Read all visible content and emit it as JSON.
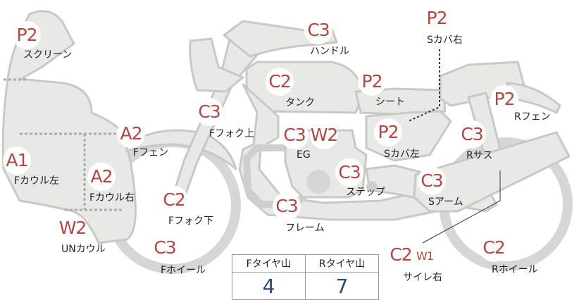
{
  "parts": [
    {
      "id": "screen",
      "grade": "P2",
      "label": "スクリーン"
    },
    {
      "id": "handle",
      "grade": "C3",
      "label": "ハンドル"
    },
    {
      "id": "side-cover-right",
      "grade": "P2",
      "label": "Sカバ右"
    },
    {
      "id": "tank",
      "grade": "C2",
      "label": "タンク"
    },
    {
      "id": "seat",
      "grade": "P2",
      "label": "シート"
    },
    {
      "id": "rear-fender",
      "grade": "P2",
      "label": "Rフェン"
    },
    {
      "id": "front-fork-upper",
      "grade": "C3",
      "label": "Fフォク上"
    },
    {
      "id": "engine",
      "grade": "C3",
      "grade2": "W2",
      "label": "EG"
    },
    {
      "id": "side-cover-left",
      "grade": "P2",
      "label": "Sカバ左"
    },
    {
      "id": "rear-suspension",
      "grade": "C3",
      "label": "Rサス"
    },
    {
      "id": "front-fender",
      "grade": "A2",
      "label": "Fフェン"
    },
    {
      "id": "front-cowl-left",
      "grade": "A1",
      "label": "Fカウル左"
    },
    {
      "id": "front-cowl-right",
      "grade": "A2",
      "label": "Fカウル右"
    },
    {
      "id": "step",
      "grade": "C3",
      "label": "ステップ"
    },
    {
      "id": "swing-arm",
      "grade": "C3",
      "label": "Sアーム"
    },
    {
      "id": "front-fork-lower",
      "grade": "C2",
      "label": "Fフォク下"
    },
    {
      "id": "frame",
      "grade": "C3",
      "label": "フレーム"
    },
    {
      "id": "under-cowl",
      "grade": "W2",
      "label": "UNカウル"
    },
    {
      "id": "front-wheel",
      "grade": "C3",
      "label": "Fホイール"
    },
    {
      "id": "muffler-right",
      "grade": "C2",
      "grade2": "W1",
      "label": "サイレ右"
    },
    {
      "id": "rear-wheel",
      "grade": "C2",
      "label": "Rホイール"
    }
  ],
  "tire": {
    "front_label": "Fタイヤ山",
    "rear_label": "Rタイヤ山",
    "front_value": "4",
    "rear_value": "7"
  }
}
